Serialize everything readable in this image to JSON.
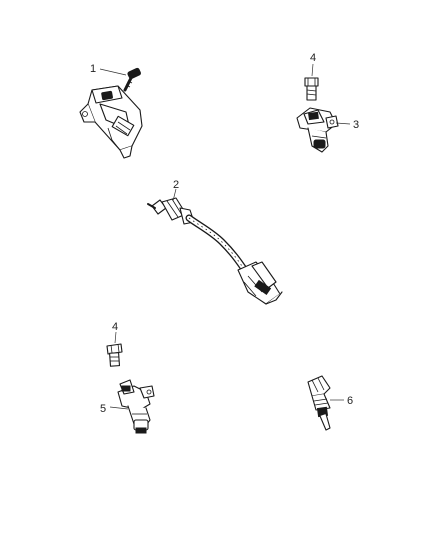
{
  "callouts": {
    "c1": "1",
    "c2": "2",
    "c3": "3",
    "c4a": "4",
    "c4b": "4",
    "c5": "5",
    "c6": "6"
  },
  "colors": {
    "line": "#1a1a1a",
    "background": "#ffffff"
  }
}
